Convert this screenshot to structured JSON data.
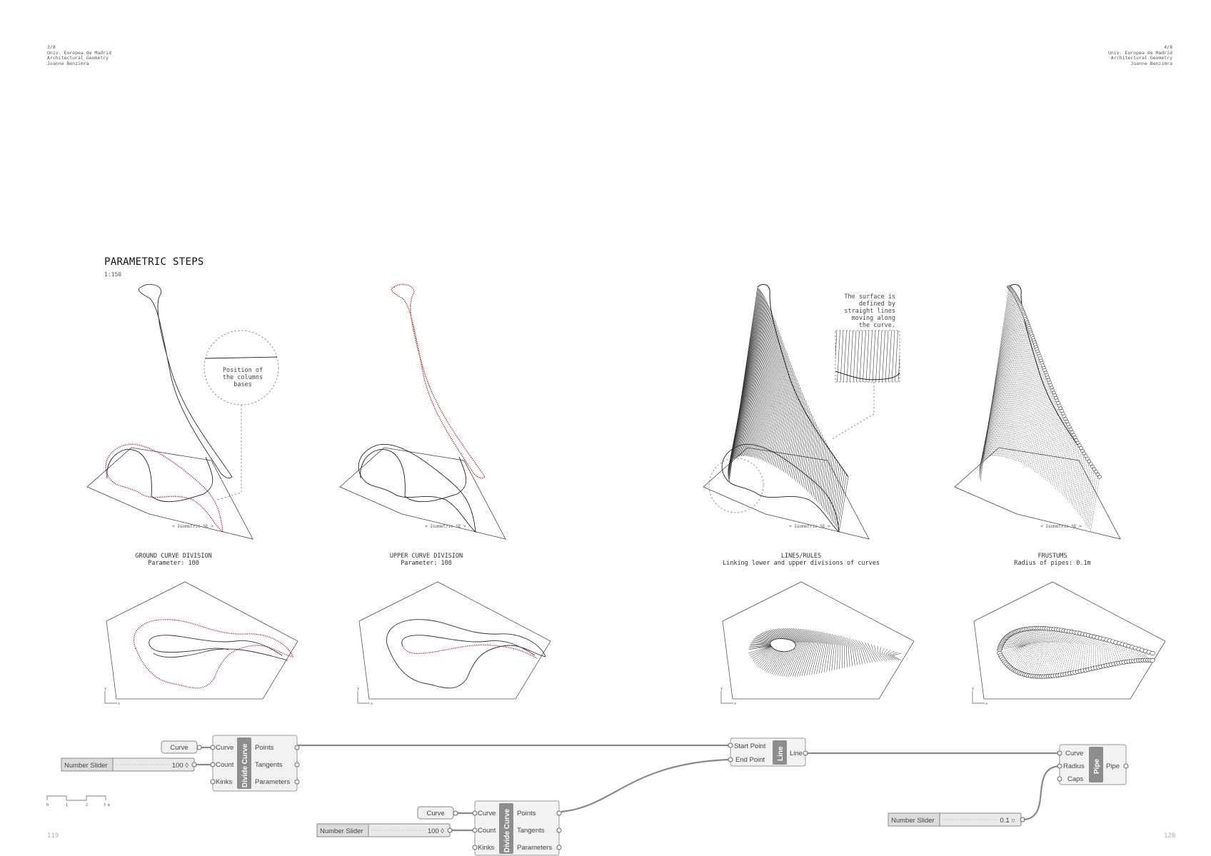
{
  "header": {
    "left": [
      "3/8",
      "Univ. Europea de Madrid",
      "Architectural Geometry",
      "Joanne Benzimra"
    ],
    "right": [
      "4/8",
      "Univ. Europea de Madrid",
      "Architectural Geometry",
      "Joanne Benzimra"
    ]
  },
  "title": "PARAMETRIC STEPS",
  "scale": "1:150",
  "notes": {
    "columns": [
      "Position of",
      "the columns",
      "bases"
    ],
    "surface": [
      "The surface is",
      "defined by",
      "straight lines",
      "moving along",
      "the curve."
    ]
  },
  "iso_label": "< Isometric SE >",
  "steps": [
    {
      "title": "GROUND CURVE DIVISION",
      "subtitle": "Parameter: 100"
    },
    {
      "title": "UPPER CURVE DIVISION",
      "subtitle": "Parameter: 100"
    },
    {
      "title": "LINES/RULES",
      "subtitle": "Linking lower and upper divisions of curves"
    },
    {
      "title": "FRUSTUMS",
      "subtitle": "Radius of pipes: 0.1m"
    }
  ],
  "axis": {
    "x": "x",
    "y": "y"
  },
  "scalebar": [
    "0",
    "1",
    "2",
    "3 m"
  ],
  "grasshopper": {
    "divide1": {
      "name": "Divide Curve",
      "inputs": [
        "Curve",
        "Count",
        "Kinks"
      ],
      "outputs": [
        "Points",
        "Tangents",
        "Parameters"
      ]
    },
    "divide2": {
      "name": "Divide Curve",
      "inputs": [
        "Curve",
        "Count",
        "Kinks"
      ],
      "outputs": [
        "Points",
        "Tangents",
        "Parameters"
      ]
    },
    "curve_param": "Curve",
    "slider1": {
      "label": "Number Slider",
      "value": "100 ◊"
    },
    "slider2": {
      "label": "Number Slider",
      "value": "100 ◊"
    },
    "slider3": {
      "label": "Number Slider",
      "value": "0.1 ○"
    },
    "line": {
      "name": "Line",
      "inputs": [
        "Start Point",
        "End Point"
      ],
      "outputs": [
        "Line"
      ]
    },
    "pipe": {
      "name": "Pipe",
      "inputs": [
        "Curve",
        "Radius",
        "Caps"
      ],
      "outputs": [
        "Pipe"
      ]
    }
  },
  "pages": {
    "left": "119",
    "right": "120"
  },
  "colors": {
    "accent": "#b0212a",
    "line": "#222222",
    "node": "#f2f2f2",
    "wire": "#8a8a8a"
  }
}
